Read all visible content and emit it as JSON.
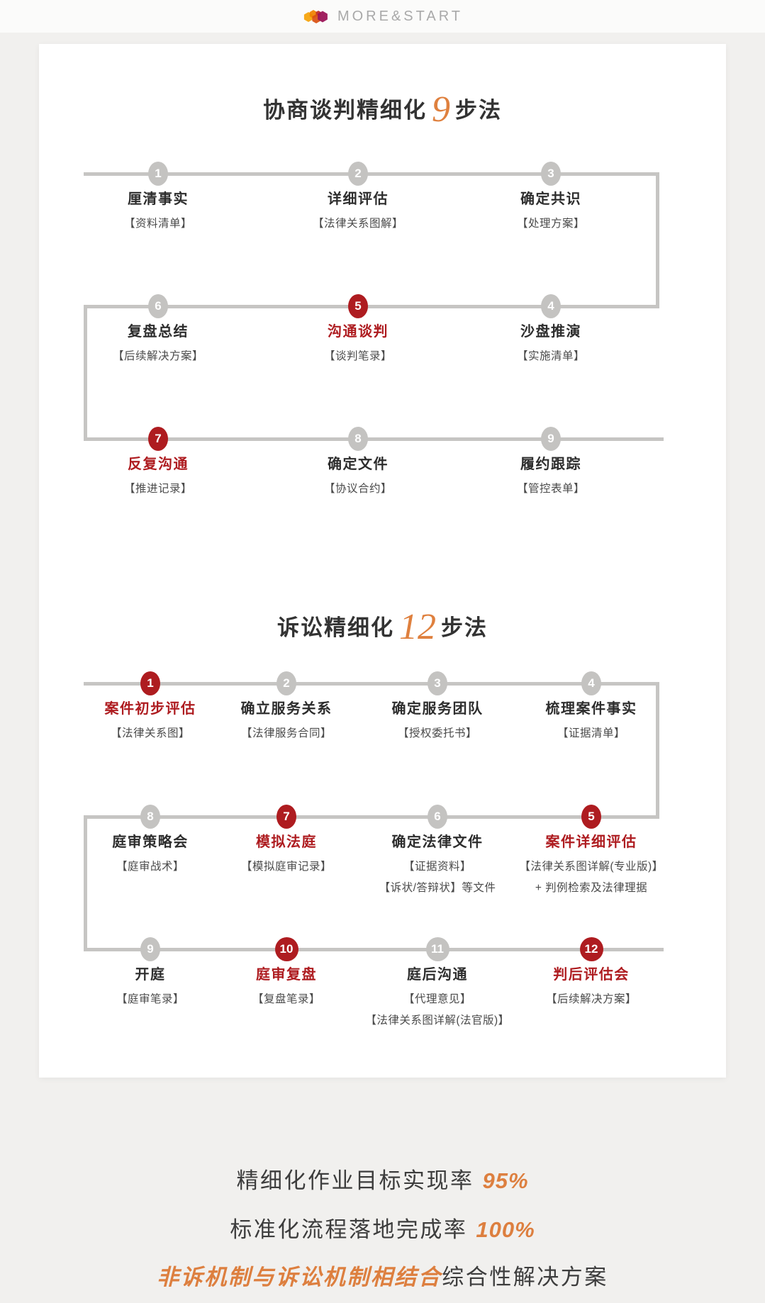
{
  "header": {
    "brand": "MORE&START",
    "logo_icon": "overlapping-cubes"
  },
  "colors": {
    "accent_orange": "#df803e",
    "accent_red": "#ae1c20",
    "timeline_gray": "#c6c5c3"
  },
  "diagram1": {
    "title": {
      "prefix": "协商谈判精细化",
      "number": "9",
      "suffix": "步法"
    },
    "rows": [
      {
        "steps": [
          {
            "num": "1",
            "label": "厘清事实",
            "subs": [
              "【资料清单】"
            ]
          },
          {
            "num": "2",
            "label": "详细评估",
            "subs": [
              "【法律关系图解】"
            ]
          },
          {
            "num": "3",
            "label": "确定共识",
            "subs": [
              "【处理方案】"
            ]
          }
        ]
      },
      {
        "steps": [
          {
            "num": "6",
            "label": "复盘总结",
            "subs": [
              "【后续解决方案】"
            ]
          },
          {
            "num": "5",
            "label": "沟通谈判",
            "subs": [
              "【谈判笔录】"
            ]
          },
          {
            "num": "4",
            "label": "沙盘推演",
            "subs": [
              "【实施清单】"
            ]
          }
        ]
      },
      {
        "steps": [
          {
            "num": "7",
            "label": "反复沟通",
            "subs": [
              "【推进记录】"
            ]
          },
          {
            "num": "8",
            "label": "确定文件",
            "subs": [
              "【协议合约】"
            ]
          },
          {
            "num": "9",
            "label": "履约跟踪",
            "subs": [
              "【管控表单】"
            ]
          }
        ]
      }
    ]
  },
  "diagram2": {
    "title": {
      "prefix": "诉讼精细化",
      "number": "12",
      "suffix": "步法"
    },
    "rows": [
      {
        "steps": [
          {
            "num": "1",
            "label": "案件初步评估",
            "subs": [
              "【法律关系图】"
            ]
          },
          {
            "num": "2",
            "label": "确立服务关系",
            "subs": [
              "【法律服务合同】"
            ]
          },
          {
            "num": "3",
            "label": "确定服务团队",
            "subs": [
              "【授权委托书】"
            ]
          },
          {
            "num": "4",
            "label": "梳理案件事实",
            "subs": [
              "【证据清单】"
            ]
          }
        ]
      },
      {
        "steps": [
          {
            "num": "8",
            "label": "庭审策略会",
            "subs": [
              "【庭审战术】"
            ]
          },
          {
            "num": "7",
            "label": "模拟法庭",
            "subs": [
              "【模拟庭审记录】"
            ]
          },
          {
            "num": "6",
            "label": "确定法律文件",
            "subs": [
              "【证据资料】",
              "【诉状/答辩状】等文件"
            ]
          },
          {
            "num": "5",
            "label": "案件详细评估",
            "subs": [
              "【法律关系图详解(专业版)】",
              "+ 判例检索及法律理据"
            ]
          }
        ]
      },
      {
        "steps": [
          {
            "num": "9",
            "label": "开庭",
            "subs": [
              "【庭审笔录】"
            ]
          },
          {
            "num": "10",
            "label": "庭审复盘",
            "subs": [
              "【复盘笔录】"
            ]
          },
          {
            "num": "11",
            "label": "庭后沟通",
            "subs": [
              "【代理意见】",
              "【法律关系图详解(法官版)】"
            ]
          },
          {
            "num": "12",
            "label": "判后评估会",
            "subs": [
              "【后续解决方案】"
            ]
          }
        ]
      }
    ]
  },
  "footer": {
    "lines": [
      {
        "text": "精细化作业目标实现率",
        "value": "95%"
      },
      {
        "text": "标准化流程落地完成率",
        "value": "100%"
      },
      {
        "highlight": "非诉机制与诉讼机制相结合",
        "text": "综合性解决方案"
      }
    ]
  }
}
